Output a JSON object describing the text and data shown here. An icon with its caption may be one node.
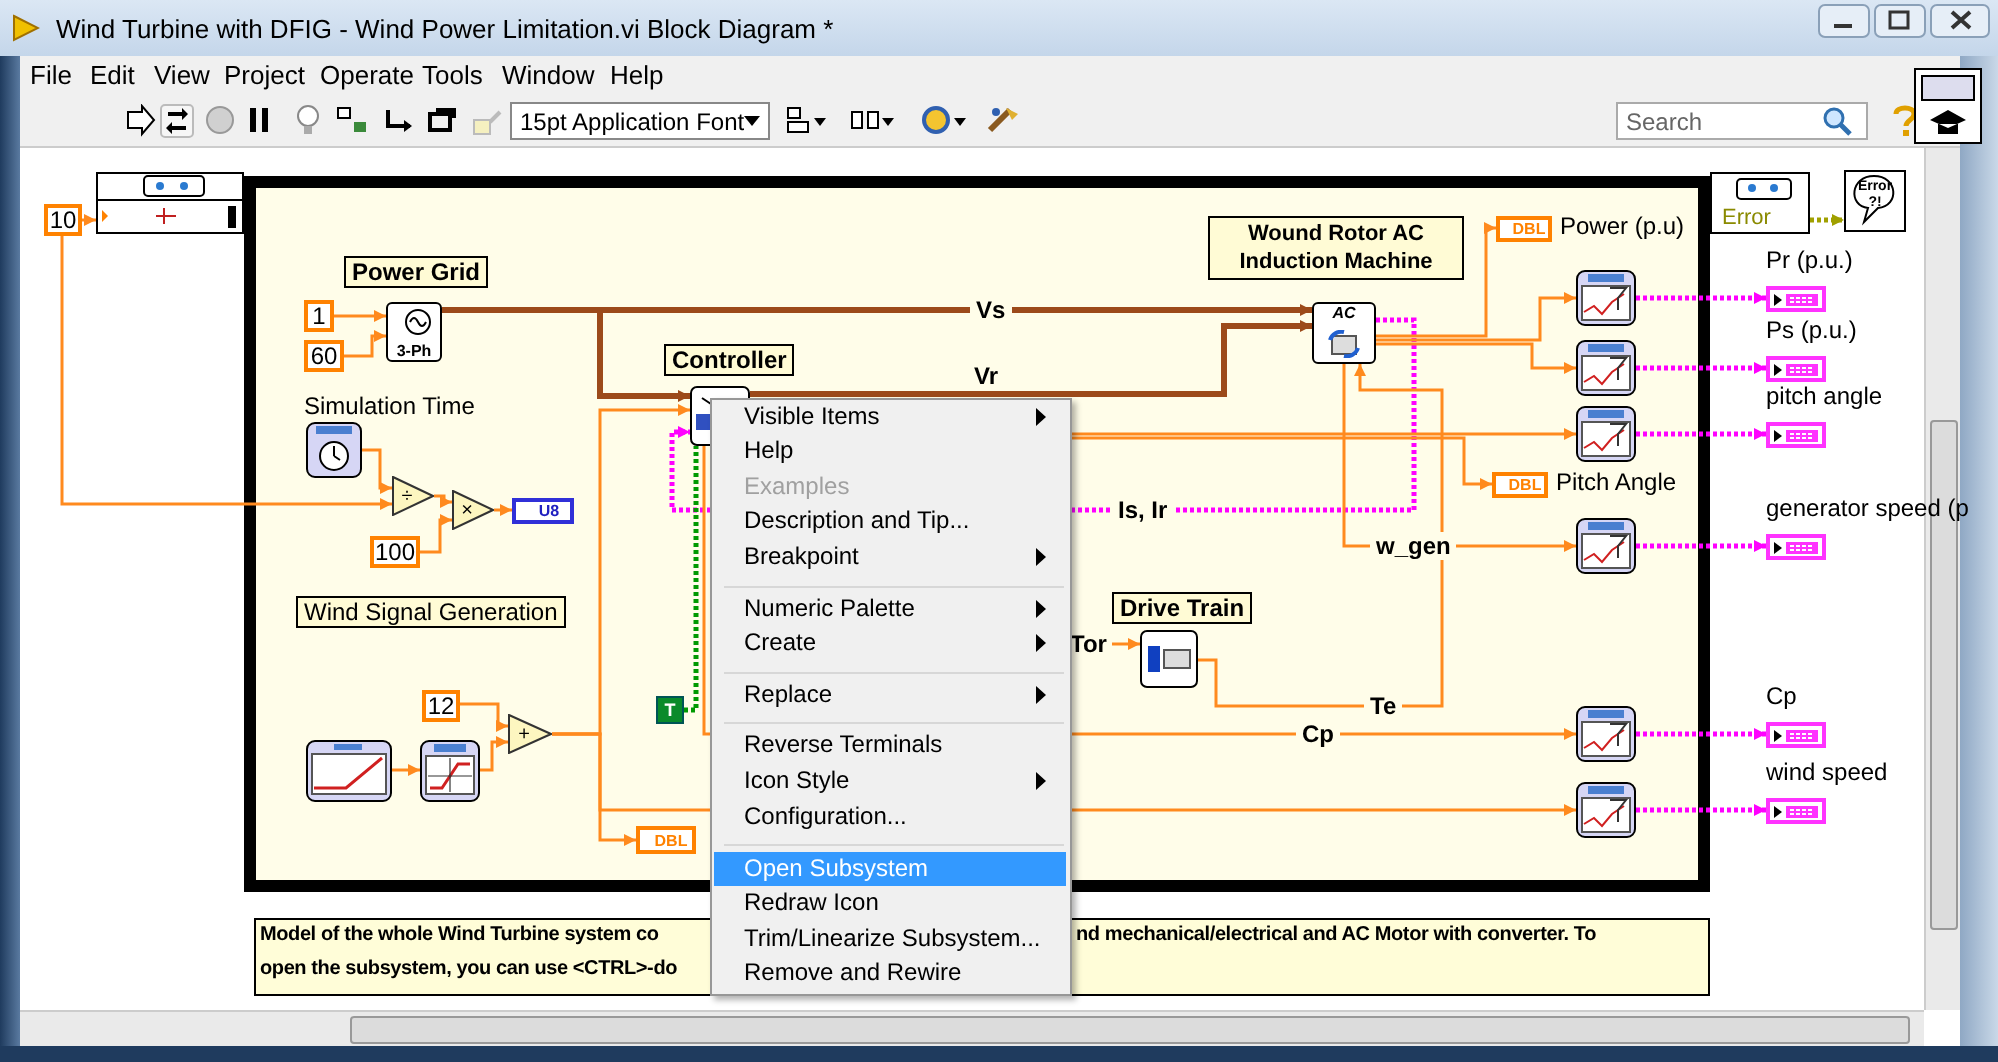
{
  "diagram": {
    "title": "Wind Turbine with DFIG - Wind Power Limitation.vi Block Diagram *",
    "nodes": [
      {
        "text": [
          "10"
        ]
      },
      {
        "text": [],
        "shape": "box"
      },
      {
        "text": [],
        "shape": "box"
      },
      {
        "text": [
          "1"
        ],
        "in": 2
      },
      {
        "text": [
          "60"
        ],
        "in": 2
      },
      {
        "text": [
          "3-Ph"
        ],
        "in": 2
      },
      {
        "text": [],
        "shape": "picture",
        "in": 2
      },
      {
        "text": [
          "÷"
        ],
        "in": 2
      },
      {
        "text": [
          "100"
        ],
        "in": 2
      },
      {
        "text": [
          "×"
        ],
        "in": 2
      },
      {
        "text": [
          "U8"
        ],
        "in": 2
      },
      {
        "text": [],
        "shape": "picture",
        "in": 2
      },
      {
        "text": [
          "AC"
        ],
        "in": 2
      },
      {
        "text": [
          "DBL"
        ],
        "beside": [
          "Power (p.u)"
        ],
        "in": 2
      },
      {
        "text": [],
        "shape": "picture",
        "in": 2
      },
      {
        "text": [],
        "shape": "picture",
        "in": 2
      },
      {
        "text": [],
        "shape": "picture",
        "in": 2
      },
      {
        "text": [
          "DBL"
        ],
        "beside": [
          "Pitch Angle"
        ],
        "in": 2
      },
      {
        "text": [],
        "shape": "picture",
        "in": 2
      },
      {
        "text": [],
        "shape": "picture",
        "in": 2
      },
      {
        "text": [],
        "shape": "picture",
        "in": 2
      },
      {
        "text": [],
        "shape": "picture",
        "in": 2
      },
      {
        "text": [
          "12"
        ],
        "in": 2
      },
      {
        "text": [
          "+"
        ],
        "in": 2
      },
      {
        "text": [
          "T"
        ],
        "in": 2
      },
      {
        "text": [
          "DBL"
        ],
        "in": 2
      },
      {
        "text": [],
        "shape": "picture",
        "in": 2
      },
      {
        "text": [],
        "shape": "picture",
        "in": 2
      },
      {
        "text": [
          "Error"
        ]
      },
      {
        "text": [
          "Error ?!"
        ]
      },
      {
        "text": [],
        "shape": "box",
        "beside": [
          "Pr (p.u.)"
        ]
      },
      {
        "text": [],
        "shape": "box",
        "beside": [
          "Ps (p.u.)"
        ]
      },
      {
        "text": [],
        "shape": "box",
        "beside": [
          "pitch angle"
        ]
      },
      {
        "text": [],
        "shape": "box",
        "beside": [
          "generator speed (p"
        ]
      },
      {
        "text": [],
        "shape": "box",
        "beside": [
          "Cp"
        ]
      },
      {
        "text": [],
        "shape": "box",
        "beside": [
          "wind speed"
        ]
      }
    ],
    "edges": [
      {
        "from": 0,
        "to": 1,
        "arrow": "to"
      },
      {
        "from": 0,
        "to": 7,
        "arrow": "to"
      },
      {
        "from": 3,
        "to": 5,
        "arrow": "to"
      },
      {
        "from": 4,
        "to": 5,
        "arrow": "to"
      },
      {
        "from": 5,
        "to": 12,
        "arrow": "to",
        "label": "Vs",
        "style": "thick",
        "color": "#9c4a1a"
      },
      {
        "from": 5,
        "to": 11,
        "arrow": "to",
        "style": "thick",
        "color": "#9c4a1a"
      },
      {
        "from": 11,
        "to": 12,
        "arrow": "to",
        "label": "Vr",
        "style": "thick",
        "color": "#9c4a1a"
      },
      {
        "from": 6,
        "to": 7,
        "arrow": "to"
      },
      {
        "from": 8,
        "to": 9,
        "arrow": "to"
      },
      {
        "from": 7,
        "to": 9,
        "arrow": "to"
      },
      {
        "from": 9,
        "to": 10,
        "arrow": "to"
      },
      {
        "from": 12,
        "to": 11,
        "arrow": "to",
        "label": "Is, Ir",
        "style": "dashed",
        "color": "#ff00ff"
      },
      {
        "from": 12,
        "to": 13,
        "arrow": "to"
      },
      {
        "from": 12,
        "to": 14,
        "arrow": "to"
      },
      {
        "from": 12,
        "to": 15,
        "arrow": "to"
      },
      {
        "from": 11,
        "to": 16,
        "arrow": "to"
      },
      {
        "from": 11,
        "to": 17,
        "arrow": "to"
      },
      {
        "from": 12,
        "to": 18,
        "arrow": "to",
        "label": "w_gen"
      },
      {
        "from": 11,
        "to": 19,
        "arrow": "to",
        "label": "Tor"
      },
      {
        "from": 19,
        "to": 12,
        "arrow": "to",
        "label": "Te"
      },
      {
        "from": 11,
        "to": 26,
        "arrow": "to",
        "label": "Cp"
      },
      {
        "from": 20,
        "to": 21,
        "arrow": "to"
      },
      {
        "from": 21,
        "to": 23,
        "arrow": "to"
      },
      {
        "from": 22,
        "to": 23,
        "arrow": "to"
      },
      {
        "from": 23,
        "to": 11,
        "arrow": "to"
      },
      {
        "from": 23,
        "to": 25,
        "arrow": "to"
      },
      {
        "from": 23,
        "to": 27,
        "arrow": "to"
      },
      {
        "from": 28,
        "to": 29,
        "arrow": "to",
        "style": "dashed",
        "color": "#a0a000"
      },
      {
        "from": 14,
        "to": 30,
        "arrow": "to",
        "style": "dashed",
        "color": "#ff00ff"
      },
      {
        "from": 15,
        "to": 31,
        "arrow": "to",
        "style": "dashed",
        "color": "#ff00ff"
      },
      {
        "from": 16,
        "to": 32,
        "arrow": "to",
        "style": "dashed",
        "color": "#ff00ff"
      },
      {
        "from": 18,
        "to": 33,
        "arrow": "to",
        "style": "dashed",
        "color": "#ff00ff"
      },
      {
        "from": 26,
        "to": 34,
        "arrow": "to",
        "style": "dashed",
        "color": "#ff00ff"
      },
      {
        "from": 27,
        "to": 35,
        "arrow": "to",
        "style": "dashed",
        "color": "#ff00ff"
      },
      {
        "from": 24,
        "to": 11,
        "arrow": "none",
        "style": "dashed",
        "color": "#009900"
      }
    ],
    "labels": [
      "File",
      "Edit",
      "View",
      "Project",
      "Operate",
      "Tools",
      "Window",
      "Help",
      "15pt Application Font",
      "Search",
      "Wound Rotor AC Induction Machine",
      "Power Grid",
      "Controller",
      "Simulation Time",
      "Wind Signal Generation",
      "Drive Train",
      "Model of the whole Wind Turbine system co",
      "nd mechanical/electrical and AC Motor with converter. To",
      "open the subsystem, you can use <CTRL>-do",
      "Visible Items",
      "Help",
      "Examples",
      "Description and Tip...",
      "Breakpoint",
      "Numeric Palette",
      "Create",
      "Replace",
      "Reverse Terminals",
      "Icon Style",
      "Configuration...",
      "Open Subsystem",
      "Redraw Icon",
      "Trim/Linearize Subsystem...",
      "Remove and Rewire"
    ]
  }
}
